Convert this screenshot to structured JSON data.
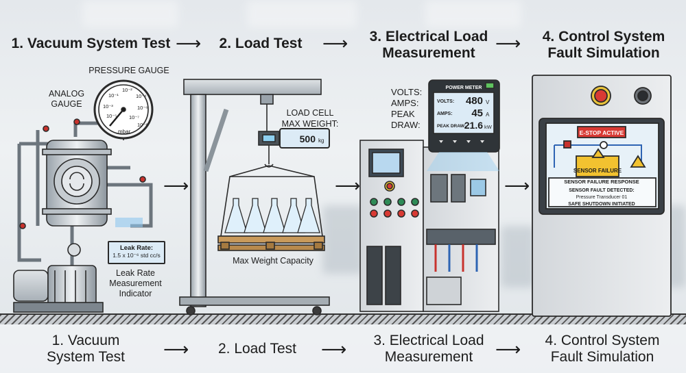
{
  "steps": [
    {
      "title_lines": [
        "1. Vacuum System Test"
      ],
      "bottom_lines": [
        "1. Vacuum",
        "System Test"
      ]
    },
    {
      "title_lines": [
        "2. Load Test"
      ],
      "bottom_lines": [
        "2. Load Test"
      ]
    },
    {
      "title_lines": [
        "3. Electrical Load",
        "Measurement"
      ],
      "bottom_lines": [
        "3. Electrical Load",
        "Measurement"
      ]
    },
    {
      "title_lines": [
        "4. Control System",
        "Fault Simulation"
      ],
      "bottom_lines": [
        "4. Control System",
        "Fault Simulation"
      ]
    }
  ],
  "vacuum": {
    "pressure_gauge_label": "PRESSURE GAUGE",
    "analog_gauge_label": [
      "ANALOG",
      "GAUGE"
    ],
    "gauge_ticks": [
      "10⁻¹",
      "10⁻²",
      "10⁻³",
      "10⁻⁴",
      "10⁻⁵",
      "10⁻⁶",
      "10⁻⁷",
      "10⁻⁸"
    ],
    "gauge_unit": "mbar",
    "leak_rate_title": "Leak Rate:",
    "leak_rate_value": "1.5 x 10⁻⁶ std cc/s",
    "indicator_label": [
      "Leak Rate",
      "Measurement",
      "Indicator"
    ]
  },
  "load": {
    "load_cell_label": [
      "LOAD CELL",
      "MAX WEIGHT:"
    ],
    "load_value": "500",
    "load_unit": "kg",
    "capacity_label": "Max Weight Capacity"
  },
  "electrical": {
    "meter_title": "POWER METER",
    "side_labels": [
      "VOLTS:",
      "AMPS:",
      "PEAK",
      "DRAW:"
    ],
    "rows": [
      {
        "name": "VOLTS:",
        "value": "480",
        "unit": "V"
      },
      {
        "name": "AMPS:",
        "value": "45",
        "unit": "A"
      },
      {
        "name": "PEAK DRAW:",
        "value": "21.6",
        "unit": "kW"
      }
    ]
  },
  "control": {
    "estop_label": "E-STOP ACTIVE",
    "sensor_failure": "SENSOR FAILURE",
    "response_title": "SENSOR FAILURE RESPONSE",
    "fault_lines": [
      "SENSOR FAULT DETECTED:",
      "Pressure Transducer 01",
      "SAFE SHUTDOWN INITIATED"
    ]
  },
  "colors": {
    "ink": "#1c1c1c",
    "display_blue": "#cfe3f2",
    "alarm_red": "#d83a34",
    "warning_yellow": "#f2c230",
    "sensor_red": "#c8322d"
  }
}
